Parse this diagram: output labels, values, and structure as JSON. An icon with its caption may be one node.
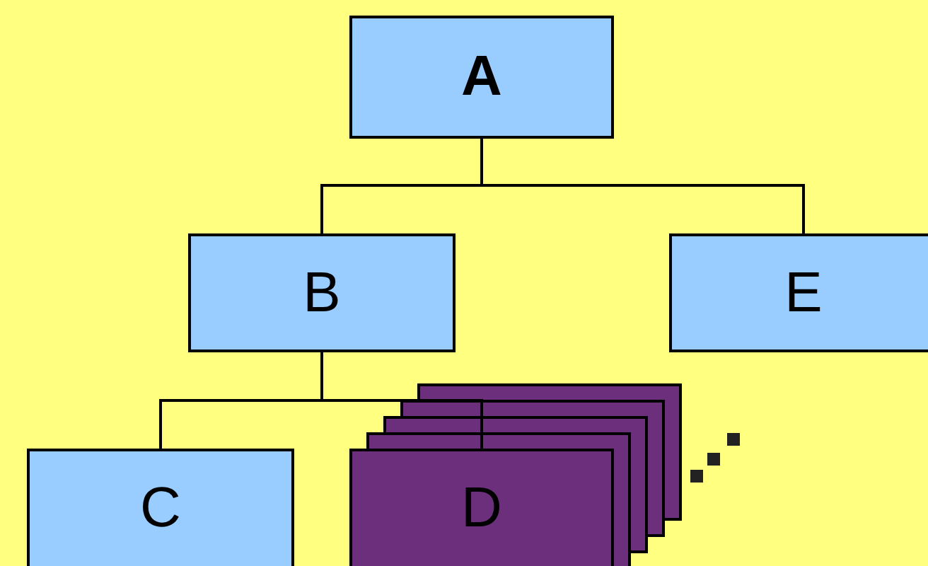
{
  "diagram": {
    "nodes": [
      {
        "text": [
          "A"
        ]
      },
      {
        "text": [
          "B"
        ]
      },
      {
        "text": [
          "E"
        ]
      },
      {
        "text": [
          "C"
        ]
      },
      {
        "text": [
          "D"
        ]
      }
    ],
    "edges": [
      {
        "from": 0,
        "to": 1,
        "arrow": "none"
      },
      {
        "from": 0,
        "to": 2,
        "arrow": "none"
      },
      {
        "from": 1,
        "to": 3,
        "arrow": "none"
      },
      {
        "from": 1,
        "to": 4,
        "arrow": "none"
      }
    ]
  }
}
